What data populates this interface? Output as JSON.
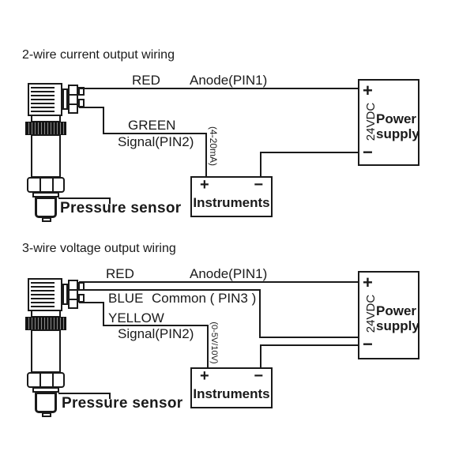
{
  "colors": {
    "line": "#1a1a1a",
    "background": "#ffffff"
  },
  "diagram_top": {
    "title": "2-wire current output wiring",
    "wire1_color": "RED",
    "wire1_pin": "Anode(PIN1)",
    "wire2_color": "GREEN",
    "wire2_pin": "Signal(PIN2)",
    "signal_range": "(4-20mA)",
    "sensor_label": "Pressure sensor",
    "instruments": {
      "label": "Instruments",
      "plus": "+",
      "minus": "−"
    },
    "power_supply": {
      "plus": "+",
      "minus": "−",
      "voltage": "24VDC",
      "line1": "Power",
      "line2": "supply"
    }
  },
  "diagram_bottom": {
    "title": "3-wire voltage output wiring",
    "wire1_color": "RED",
    "wire1_pin": "Anode(PIN1)",
    "wire2_color": "BLUE",
    "wire2_pin": "Common ( PIN3 )",
    "wire3_color": "YELLOW",
    "wire3_pin": "Signal(PIN2)",
    "signal_range": "(0-5V/10V)",
    "sensor_label": "Pressure sensor",
    "instruments": {
      "label": "Instruments",
      "plus": "+",
      "minus": "−"
    },
    "power_supply": {
      "plus": "+",
      "minus": "−",
      "voltage": "24VDC",
      "line1": "Power",
      "line2": "supply"
    }
  }
}
